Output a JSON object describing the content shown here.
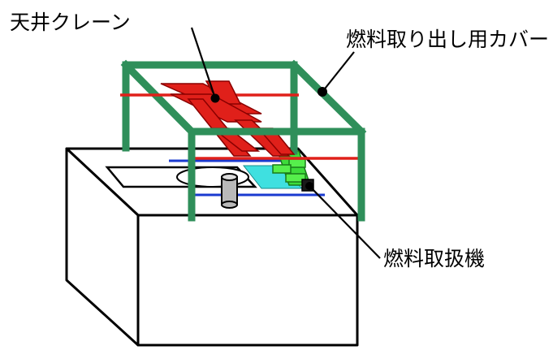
{
  "labels": {
    "crane": "天井クレーン",
    "cover": "燃料取り出し用カバー",
    "handler": "燃料取扱機"
  },
  "colors": {
    "cover_frame": "#2f8f5a",
    "crane": "#e0201a",
    "rail": "#e0201a",
    "blue_rail": "#1a3ad0",
    "handler_green": "#3ddc3a",
    "pool_cyan": "#3fe0e0",
    "outline": "#000000",
    "cask": "#b9b9b9"
  }
}
